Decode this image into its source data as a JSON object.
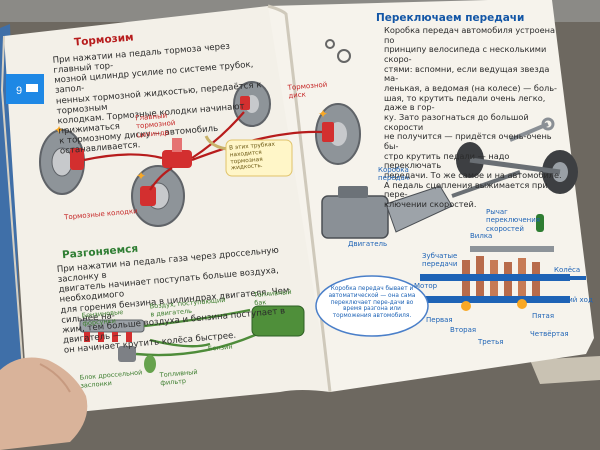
{
  "left_page": {
    "brake_section": {
      "heading": "Тормозим",
      "paragraph_lines": [
        "При нажатии на педаль тормоза через главный тор-",
        "мозной цилиндр усилие по системе трубок, запол-",
        "ненных тормозной жидкостью, передаётся к тормозным",
        "колодкам. Тормозные колодки начинают прижиматься",
        "к тормозному диску — автомобиль останавливается."
      ],
      "labels": {
        "master_cylinder": "Главный тормозной цилиндр",
        "brake_disc": "Тормозной диск",
        "brake_pads": "Тормозные колодки",
        "tubes_note": "В этих трубках находится тормозная жидкость."
      }
    },
    "accel_section": {
      "heading": "Разгоняемся",
      "paragraph_lines": [
        "При нажатии на педаль газа через дроссельную заслонку в",
        "двигатель начинает поступать больше воздуха, необходимого",
        "для горения бензина в цилиндрах двигателя. Чем сильнее на-",
        "жим, тем больше воздуха и бензина поступает в двигатель —",
        "он начинает крутить колёса быстрее."
      ],
      "labels": {
        "fuel_injectors": "Бензиновые форсунки",
        "air_to_engine": "Воздух, поступающий в двигатель",
        "fuel_tank": "Топливный бак",
        "gasoline": "Бензин",
        "fuel_filter": "Топливный фильтр",
        "throttle": "Блок дроссельной заслонки"
      }
    }
  },
  "right_page": {
    "gear_section": {
      "heading": "Переключаем передачи",
      "paragraph_lines": [
        "Коробка передач автомобиля устроена по",
        "принципу велосипеда с несколькими скоро-",
        "стями: вспомни, если ведущая звезда ма-",
        "ленькая, а ведомая (на колесе) — боль-",
        "шая, то крутить педали очень легко, даже в гор-",
        "ку. Зато разогнаться до большой скорости",
        "не получится — придётся очень-очень бы-",
        "стро крутить педали — надо переключать",
        "передачи. То же самое и на автомобиле.",
        "А педаль сцепления выжимается при пере-",
        "ключении скоростей."
      ],
      "labels": {
        "gearbox": "Коробка передач",
        "engine": "Двигатель",
        "shift_lever": "Рычаг переключения скоростей",
        "forks": "Вилка",
        "gear_teeth": "Зубчатые передачи",
        "motor": "Мотор",
        "wheels": "Колёса",
        "reverse": "Задний ход",
        "first": "Первая",
        "second": "Вторая",
        "third": "Третья",
        "fourth": "Четвёртая",
        "fifth": "Пятая",
        "auto_note": "Коробка передач бывает и автоматической — она сама переключает пере-дачи во время разгона или торможения автомобиля."
      }
    }
  },
  "colors": {
    "page": "#f4f1ea",
    "red_part": "#d32f2f",
    "blue_heading": "#1356a6",
    "green_heading": "#2e7d32",
    "disc_grey": "#9aa0a6",
    "tab_blue": "#1e88e5",
    "background_wood": "#6f6a63"
  }
}
